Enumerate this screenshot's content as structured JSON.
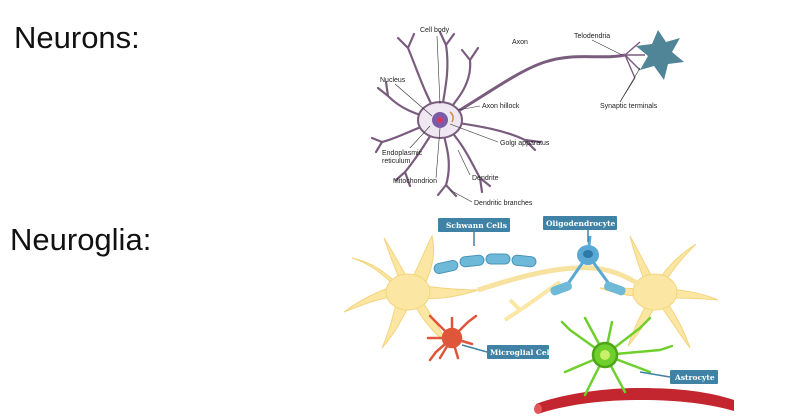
{
  "headings": {
    "neurons": "Neurons:",
    "neuroglia": "Neuroglia:"
  },
  "neuron_labels": {
    "cell_body": "Cell body",
    "axon": "Axon",
    "telodendria": "Telodendria",
    "nucleus": "Nucleus",
    "axon_hillock": "Axon hillock",
    "synaptic_terminals": "Synaptic terminals",
    "golgi": "Golgi apparatus",
    "er_line1": "Endoplasmic",
    "er_line2": "reticulum",
    "mitochondrion": "Mitochondrion",
    "dendrite": "Dendrite",
    "dendritic_branches": "Dendritic branches"
  },
  "glia_labels": {
    "schwann": "Schwann Cells",
    "oligodendrocyte": "Oligodendrocyte",
    "microglial": "Microglial Cell",
    "astrocyte": "Astrocyte"
  },
  "colors": {
    "neuron_outline": "#7a5c7e",
    "neuron_fill": "#efe7f1",
    "target_cell": "#4f8597",
    "glia_neuron": "#fbe7a3",
    "schwann": "#6eb8d8",
    "oligodendrocyte": "#5aa8d4",
    "label_tag": "#3f82a6",
    "microglia": "#e0563a",
    "astrocyte": "#6fcf2c",
    "blood_vessel": "#c3262e"
  }
}
